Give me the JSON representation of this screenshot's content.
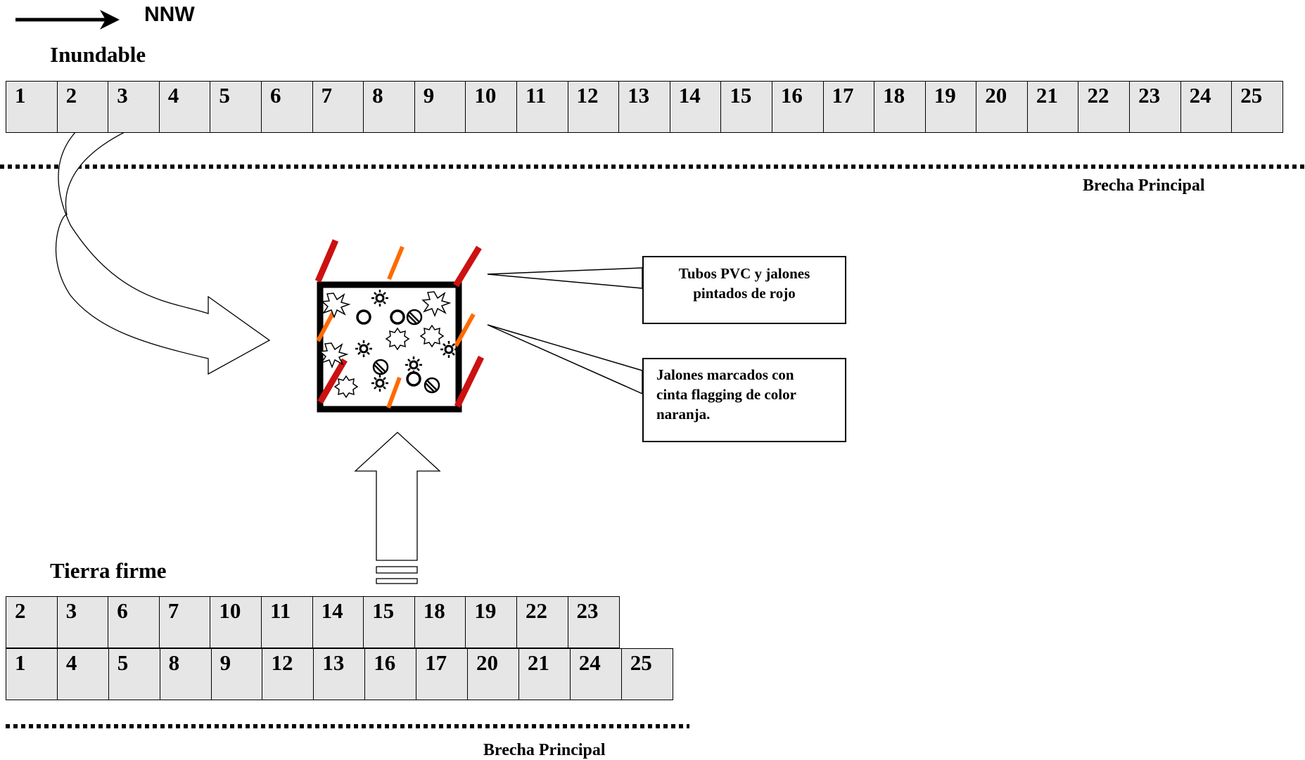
{
  "direction_label": "NNW",
  "inundable": {
    "title": "Inundable",
    "plots": [
      "1",
      "2",
      "3",
      "4",
      "5",
      "6",
      "7",
      "8",
      "9",
      "10",
      "11",
      "12",
      "13",
      "14",
      "15",
      "16",
      "17",
      "18",
      "19",
      "20",
      "21",
      "22",
      "23",
      "24",
      "25"
    ]
  },
  "tierra_firme": {
    "title": "Tierra firme",
    "top_row": [
      "2",
      "3",
      "6",
      "7",
      "10",
      "11",
      "14",
      "15",
      "18",
      "19",
      "22",
      "23"
    ],
    "bottom_row": [
      "1",
      "4",
      "5",
      "8",
      "9",
      "12",
      "13",
      "16",
      "17",
      "20",
      "21",
      "24",
      "25"
    ]
  },
  "brecha_top": "Brecha  Principal",
  "brecha_bottom": "Brecha Principal",
  "callouts": {
    "pvc": [
      "Tubos PVC y jalones",
      "pintados de rojo"
    ],
    "jalones": [
      "Jalones  marcados con",
      "cinta flagging de color",
      "naranja."
    ]
  },
  "colors": {
    "pvc_red": "#cc1111",
    "flagging_orange": "#ff6a00",
    "cell_fill": "#e6e6e6"
  }
}
